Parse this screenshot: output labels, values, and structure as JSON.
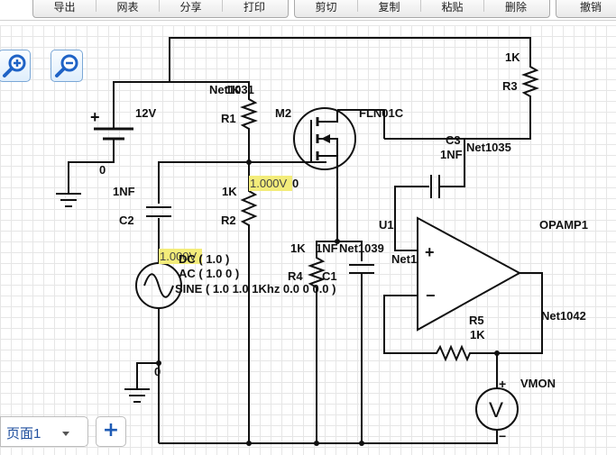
{
  "toolbar": {
    "groups": [
      {
        "items": [
          "导出",
          "网表",
          "分享",
          "打印"
        ]
      },
      {
        "items": [
          "剪切",
          "复制",
          "粘贴",
          "删除"
        ]
      },
      {
        "items": [
          "撤销"
        ]
      }
    ]
  },
  "zoom": {
    "in_icon": "zoom-in-icon",
    "out_icon": "zoom-out-icon"
  },
  "schematic": {
    "battery": {
      "voltage": "12V",
      "ground_node": "0"
    },
    "r1": {
      "name": "R1",
      "value": "1K",
      "net": "Net1031"
    },
    "r2": {
      "name": "R2",
      "value": "1K"
    },
    "r3": {
      "name": "R3",
      "value": "1K"
    },
    "r4": {
      "name": "R4",
      "value": "1K"
    },
    "r5": {
      "name": "R5",
      "value": "1K"
    },
    "c1": {
      "name": "C1",
      "value": "1NF"
    },
    "c2": {
      "name": "C2",
      "value": "1NF"
    },
    "c3": {
      "name": "C3",
      "value": "1NF"
    },
    "m2": {
      "name": "M2",
      "model": "FLN01C"
    },
    "u1": {
      "name": "U1",
      "model": "OPAMP1"
    },
    "vmon": {
      "name": "VMON"
    },
    "source": {
      "dc": "DC ( 1.0 )",
      "ac": "AC ( 1.0 0 )",
      "sine": "SINE ( 1.0 1.0 1Khz 0.0 0 0.0 )",
      "ground_node": "0"
    },
    "nets": {
      "n1035": "Net1035",
      "n1039": "Net1039",
      "n1042": "Net1042",
      "net1": "Net1"
    },
    "probes": {
      "p1": "1.000V",
      "p1_suffix": "0",
      "p2": "1.000V"
    }
  },
  "pages": {
    "current": "页面1",
    "add_label": "+"
  }
}
